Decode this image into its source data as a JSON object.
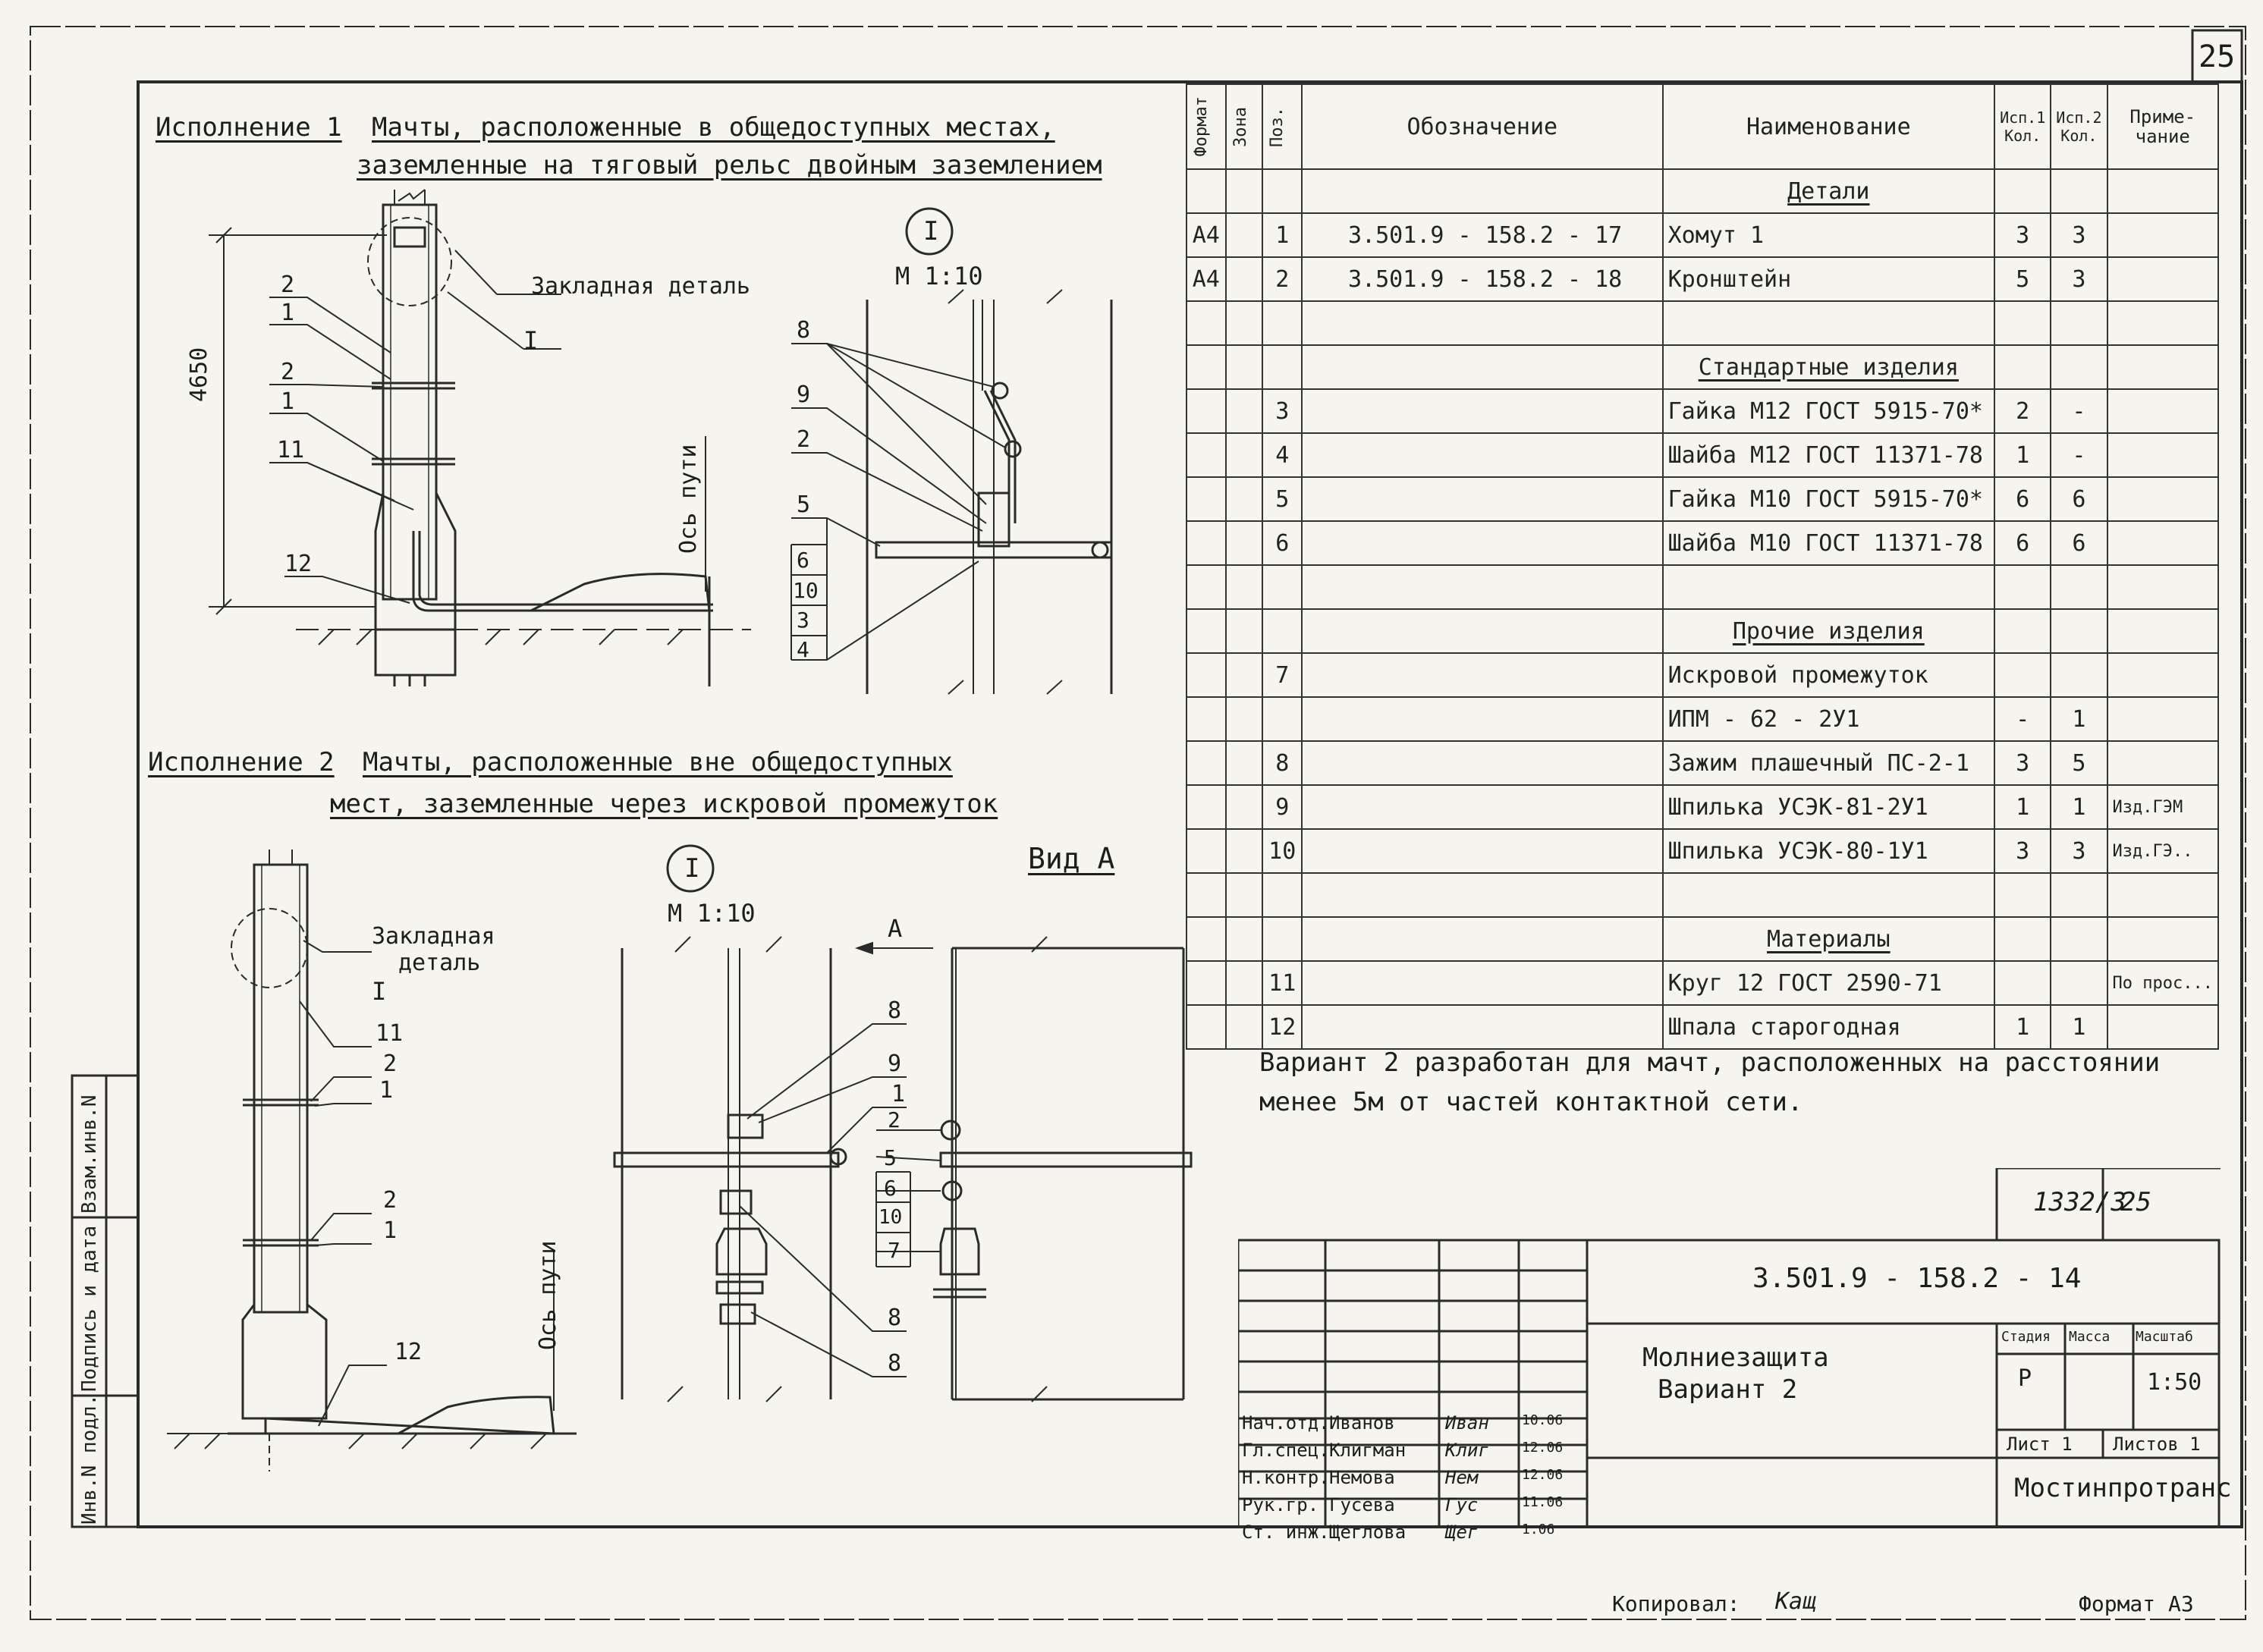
{
  "sheet": {
    "page_number": "25",
    "doc_code": "3.501.9 - 158.2 - 14",
    "archive_no": "1332/3",
    "archive_sheet": "25",
    "copied_by": "Копировал:",
    "copied_sign": "Кащ",
    "format": "Формат А3",
    "note": "Вариант 2 разработан для мачт, расположенных на расстоянии менее 5м от частей контактной сети."
  },
  "variant1": {
    "label": "Исполнение 1",
    "title_line1": "Мачты, расположенные в общедоступных местах,",
    "title_line2": "заземленные на тяговый рельс двойным заземлением",
    "height_dim": "4650",
    "embedded_part": "Закладная деталь",
    "detail_ref": "I",
    "track_axis": "Ось пути",
    "positions": [
      "2",
      "1",
      "2",
      "1",
      "11",
      "12"
    ],
    "detail": {
      "ref": "I",
      "scale": "М 1:10",
      "positions": [
        "8",
        "9",
        "2",
        "5",
        "6",
        "10",
        "3",
        "4"
      ]
    }
  },
  "variant2": {
    "label": "Исполнение 2",
    "title_line1": "Мачты, расположенные вне общедоступных",
    "title_line2": "мест, заземленные через искровой промежуток",
    "embedded_part_line1": "Закладная",
    "embedded_part_line2": "деталь",
    "detail_ref": "I",
    "track_axis": "Ось пути",
    "positions": [
      "11",
      "2",
      "1",
      "2",
      "1",
      "12"
    ],
    "detail": {
      "ref": "I",
      "scale": "М 1:10",
      "arrow_label": "А",
      "positions_left": [
        "8",
        "9",
        "1",
        "8",
        "8"
      ],
      "positions_mid": [
        "2",
        "5",
        "6",
        "10",
        "7"
      ]
    },
    "view_title": "Вид А"
  },
  "spec": {
    "headers": {
      "format": "Формат",
      "zone": "Зона",
      "pos": "Поз.",
      "designation": "Обозначение",
      "name": "Наименование",
      "qty1": "Исп.1 Кол.",
      "qty2": "Исп.2 Кол.",
      "note": "Приме- чание"
    },
    "rows": [
      {
        "fmt": "",
        "pos": "",
        "des": "",
        "name": "Детали",
        "q1": "",
        "q2": "",
        "note": "",
        "section": true
      },
      {
        "fmt": "А4",
        "pos": "1",
        "des": "3.501.9 - 158.2 - 17",
        "name": "Хомут 1",
        "q1": "3",
        "q2": "3",
        "note": ""
      },
      {
        "fmt": "А4",
        "pos": "2",
        "des": "3.501.9 - 158.2 - 18",
        "name": "Кронштейн",
        "q1": "5",
        "q2": "3",
        "note": ""
      },
      {
        "fmt": "",
        "pos": "",
        "des": "",
        "name": "",
        "q1": "",
        "q2": "",
        "note": ""
      },
      {
        "fmt": "",
        "pos": "",
        "des": "",
        "name": "Стандартные изделия",
        "q1": "",
        "q2": "",
        "note": "",
        "section": true
      },
      {
        "fmt": "",
        "pos": "3",
        "des": "",
        "name": "Гайка М12 ГОСТ 5915-70*",
        "q1": "2",
        "q2": "-",
        "note": ""
      },
      {
        "fmt": "",
        "pos": "4",
        "des": "",
        "name": "Шайба М12 ГОСТ 11371-78",
        "q1": "1",
        "q2": "-",
        "note": ""
      },
      {
        "fmt": "",
        "pos": "5",
        "des": "",
        "name": "Гайка М10 ГОСТ 5915-70*",
        "q1": "6",
        "q2": "6",
        "note": ""
      },
      {
        "fmt": "",
        "pos": "6",
        "des": "",
        "name": "Шайба М10 ГОСТ 11371-78",
        "q1": "6",
        "q2": "6",
        "note": ""
      },
      {
        "fmt": "",
        "pos": "",
        "des": "",
        "name": "",
        "q1": "",
        "q2": "",
        "note": ""
      },
      {
        "fmt": "",
        "pos": "",
        "des": "",
        "name": "Прочие изделия",
        "q1": "",
        "q2": "",
        "note": "",
        "section": true
      },
      {
        "fmt": "",
        "pos": "7",
        "des": "",
        "name": "Искровой промежуток",
        "q1": "",
        "q2": "",
        "note": ""
      },
      {
        "fmt": "",
        "pos": "",
        "des": "",
        "name": "ИПМ - 62 - 2У1",
        "q1": "-",
        "q2": "1",
        "note": ""
      },
      {
        "fmt": "",
        "pos": "8",
        "des": "",
        "name": "Зажим плашечный ПС-2-1",
        "q1": "3",
        "q2": "5",
        "note": ""
      },
      {
        "fmt": "",
        "pos": "9",
        "des": "",
        "name": "Шпилька УСЭК-81-2У1",
        "q1": "1",
        "q2": "1",
        "note": "Изд.ГЭМ"
      },
      {
        "fmt": "",
        "pos": "10",
        "des": "",
        "name": "Шпилька УСЭК-80-1У1",
        "q1": "3",
        "q2": "3",
        "note": "Изд.ГЭ.."
      },
      {
        "fmt": "",
        "pos": "",
        "des": "",
        "name": "",
        "q1": "",
        "q2": "",
        "note": ""
      },
      {
        "fmt": "",
        "pos": "",
        "des": "",
        "name": "Материалы",
        "q1": "",
        "q2": "",
        "note": "",
        "section": true
      },
      {
        "fmt": "",
        "pos": "11",
        "des": "",
        "name": "Круг 12 ГОСТ 2590-71",
        "q1": "",
        "q2": "",
        "note": "По прос..."
      },
      {
        "fmt": "",
        "pos": "12",
        "des": "",
        "name": "Шпала старогодная",
        "q1": "1",
        "q2": "1",
        "note": ""
      }
    ]
  },
  "title_block": {
    "signers": [
      {
        "role": "Нач.отд.",
        "name": "Иванов",
        "sign": "Иван",
        "date": "10.06"
      },
      {
        "role": "Гл.спец.",
        "name": "Клигман",
        "sign": "Клиг",
        "date": "12.06"
      },
      {
        "role": "Н.контр.",
        "name": "Немова",
        "sign": "Нем",
        "date": "12.06"
      },
      {
        "role": "Рук.гр.",
        "name": "Гусева",
        "sign": "Гус",
        "date": "11.06"
      },
      {
        "role": "Ст. инж.",
        "name": "Щеглова",
        "sign": "Щег",
        "date": "1.06"
      }
    ],
    "title_line1": "Молниезащита",
    "title_line2": "Вариант 2",
    "stage_label": "Стадия",
    "mass_label": "Масса",
    "scale_label": "Масштаб",
    "stage": "Р",
    "scale": "1:50",
    "sheet_label": "Лист 1",
    "sheets_label": "Листов 1",
    "org": "Мостинпротранс"
  },
  "side_stamp": {
    "inv": "Инв.N подл.",
    "sign_date": "Подпись и дата",
    "replace": "Взам.инв.N"
  }
}
